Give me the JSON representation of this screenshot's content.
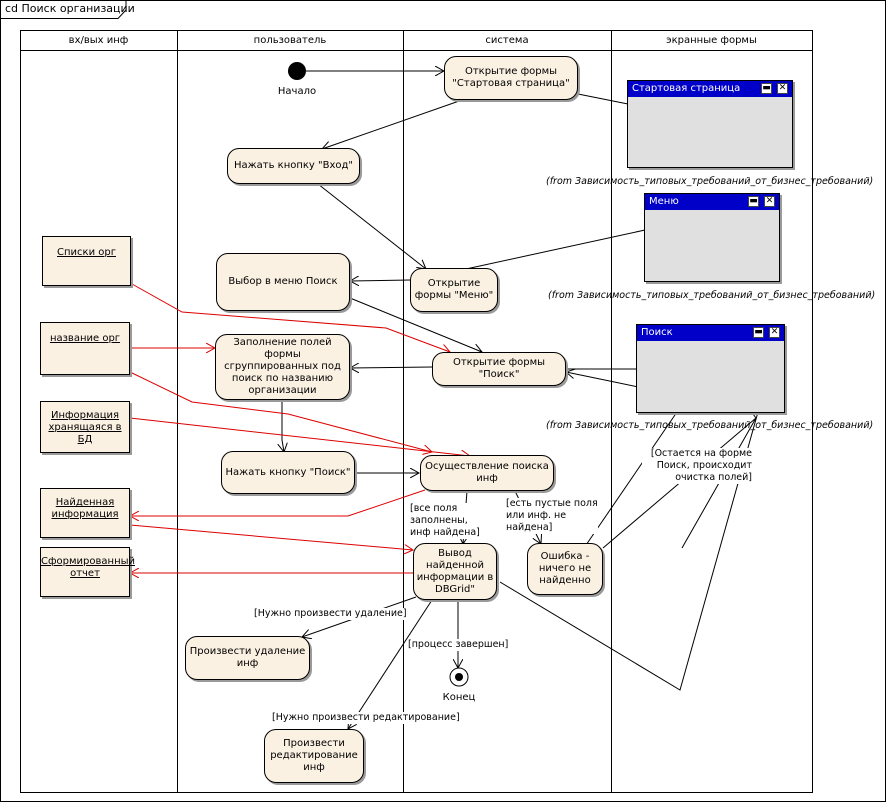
{
  "diagram": {
    "tab_title": "cd Поиск организации",
    "lanes": [
      "вх/вых инф",
      "пользователь",
      "система",
      "экранные формы"
    ],
    "start_label": "Начало",
    "end_label": "Конец",
    "activities": {
      "open_start": "Открытие формы \"Стартовая страница\"",
      "press_login": "Нажать кнопку \"Вход\"",
      "menu_search": "Выбор в меню Поиск",
      "open_menu": "Открытие формы \"Меню\"",
      "fill_fields": "Заполнение полей формы сгруппированных под поиск по названию организации",
      "open_search": "Открытие формы \"Поиск\"",
      "press_search": "Нажать кнопку \"Поиск\"",
      "do_search": "Осуществление поиска инф",
      "show_result": "Вывод найденной информации в DBGrid\"",
      "error": "Ошибка - ничего не найденно",
      "do_delete": "Произвести удаление инф",
      "do_edit": "Произвести редактирование инф"
    },
    "objects": {
      "org_lists": "Списки орг",
      "org_name": "название орг",
      "db_info": "Информация хранящаяся в БД",
      "found_info": "Найденная информация",
      "report": "Сформированный отчет"
    },
    "forms": {
      "start_page": "Стартовая страница",
      "menu": "Меню",
      "search": "Поиск",
      "from_note": "(from Зависимость_типовых_требований_от_бизнес_требований)"
    },
    "guards": {
      "all_filled": "[все поля заполнены, инф найдена]",
      "empty_fields": "[есть пустые поля или инф. не найдена]",
      "stays_on_form": "[Остается на форме Поиск, происходит очистка полей]",
      "need_delete": "[Нужно произвести удаление]",
      "process_done": "[процесс завершен]",
      "need_edit": "[Нужно произвести редактирование]"
    },
    "colors": {
      "activity_fill": "#fbf1e3",
      "form_title_bar": "#0000c8",
      "form_body": "#e0e0e0",
      "object_flow": "#dd0000",
      "control_flow": "#000000"
    }
  }
}
